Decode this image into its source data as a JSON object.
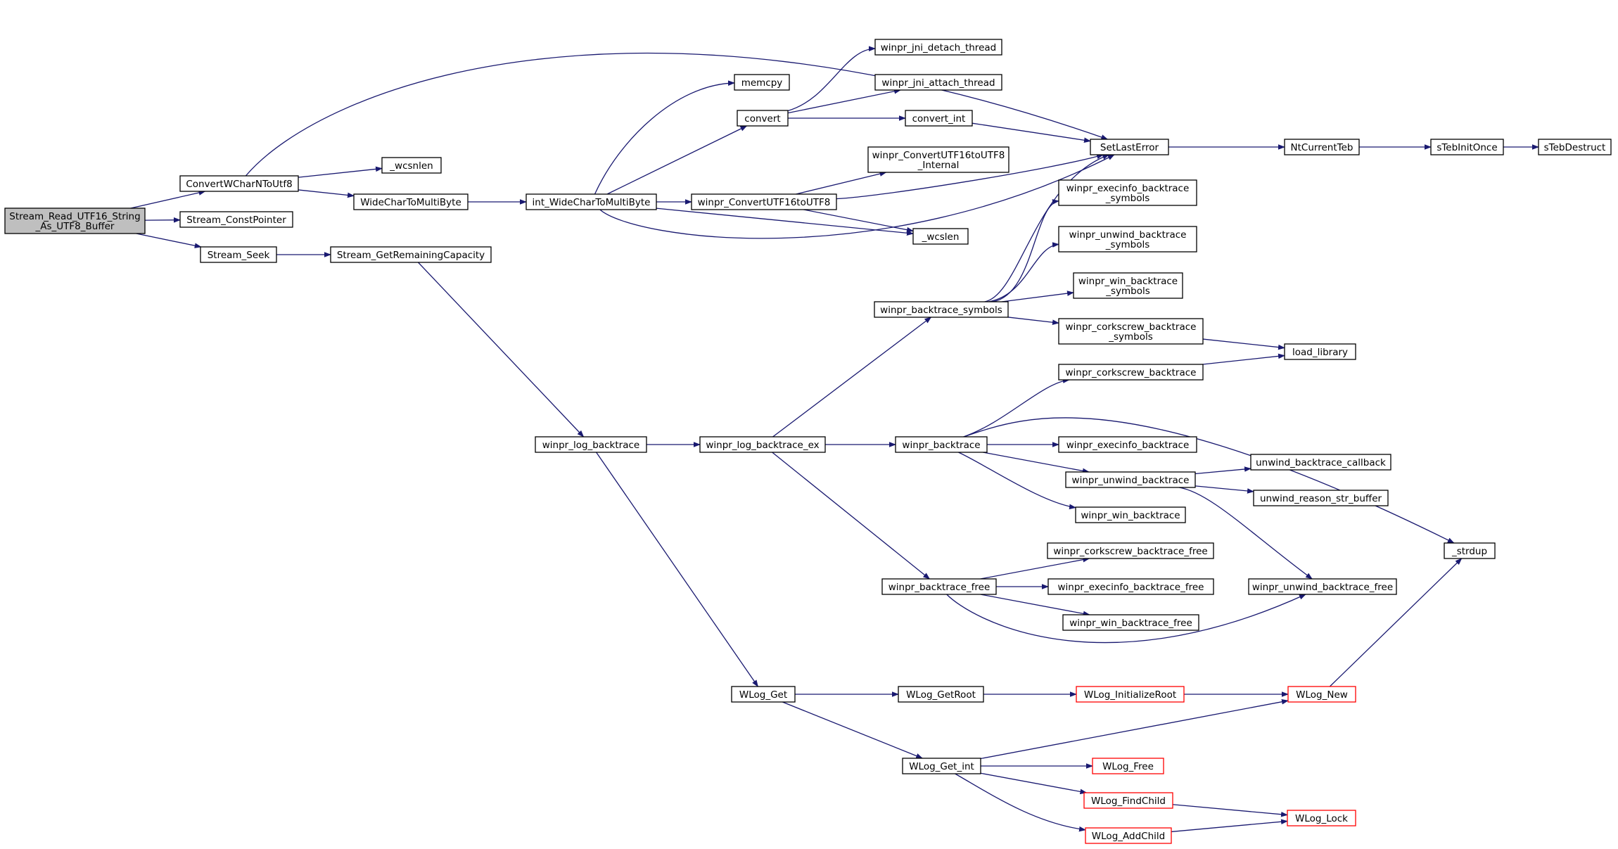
{
  "colors": {
    "edge": "#191970",
    "node_border": "#000000",
    "node_border_truncated": "#ff0000",
    "root_fill": "#bfbfbf",
    "node_fill": "#ffffff",
    "text": "#000000"
  },
  "nodes": {
    "root": [
      "Stream_Read_UTF16_String",
      "_As_UTF8_Buffer"
    ],
    "convertwchar": [
      "ConvertWCharNToUtf8"
    ],
    "constpointer": [
      "Stream_ConstPointer"
    ],
    "seek": [
      "Stream_Seek"
    ],
    "wcsnlen": [
      "_wcsnlen"
    ],
    "widechar": [
      "WideCharToMultiByte"
    ],
    "getremaining": [
      "Stream_GetRemainingCapacity"
    ],
    "intwidechar": [
      "int_WideCharToMultiByte"
    ],
    "memcpy": [
      "memcpy"
    ],
    "convert": [
      "convert"
    ],
    "jnidetach": [
      "winpr_jni_detach_thread"
    ],
    "jniattach": [
      "winpr_jni_attach_thread"
    ],
    "convertint": [
      "convert_int"
    ],
    "convutf16int": [
      "winpr_ConvertUTF16toUTF8",
      "_Internal"
    ],
    "convutf16": [
      "winpr_ConvertUTF16toUTF8"
    ],
    "wcslen": [
      "_wcslen"
    ],
    "setlasterror": [
      "SetLastError"
    ],
    "ntcurrentteb": [
      "NtCurrentTeb"
    ],
    "stebinitonce": [
      "sTebInitOnce"
    ],
    "stebdestruct": [
      "sTebDestruct"
    ],
    "execinfosym": [
      "winpr_execinfo_backtrace",
      "_symbols"
    ],
    "unwindsym": [
      "winpr_unwind_backtrace",
      "_symbols"
    ],
    "winsym": [
      "winpr_win_backtrace",
      "_symbols"
    ],
    "corkscrewsym": [
      "winpr_corkscrew_backtrace",
      "_symbols"
    ],
    "backtracesymbols": [
      "winpr_backtrace_symbols"
    ],
    "loadlibrary": [
      "load_library"
    ],
    "corkscrew": [
      "winpr_corkscrew_backtrace"
    ],
    "logbacktrace": [
      "winpr_log_backtrace"
    ],
    "logbacktraceex": [
      "winpr_log_backtrace_ex"
    ],
    "backtrace": [
      "winpr_backtrace"
    ],
    "execinfo": [
      "winpr_execinfo_backtrace"
    ],
    "unwind": [
      "winpr_unwind_backtrace"
    ],
    "unwindcallback": [
      "unwind_backtrace_callback"
    ],
    "unwindreason": [
      "unwind_reason_str_buffer"
    ],
    "winbacktrace": [
      "winpr_win_backtrace"
    ],
    "strdup": [
      "_strdup"
    ],
    "corkscrewfree": [
      "winpr_corkscrew_backtrace_free"
    ],
    "backtracefree": [
      "winpr_backtrace_free"
    ],
    "execinfofree": [
      "winpr_execinfo_backtrace_free"
    ],
    "unwindfree": [
      "winpr_unwind_backtrace_free"
    ],
    "winfree": [
      "winpr_win_backtrace_free"
    ],
    "wlogget": [
      "WLog_Get"
    ],
    "wloggetroot": [
      "WLog_GetRoot"
    ],
    "wloginitroot": [
      "WLog_InitializeRoot"
    ],
    "wlognew": [
      "WLog_New"
    ],
    "wloggetint": [
      "WLog_Get_int"
    ],
    "wlogfree": [
      "WLog_Free"
    ],
    "wlogfindchild": [
      "WLog_FindChild"
    ],
    "wlogaddchild": [
      "WLog_AddChild"
    ],
    "wloglock": [
      "WLog_Lock"
    ]
  }
}
